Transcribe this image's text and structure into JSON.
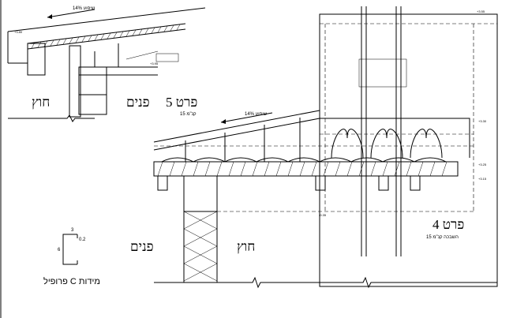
{
  "detail5": {
    "title": "פרט 5",
    "scale": "קנ\"מ 15",
    "slope": "שיפוע 14%",
    "inside": "פנים",
    "outside": "חוץ"
  },
  "detail4": {
    "title": "פרט 4",
    "scale": "השבכה קנ\"מ 15",
    "slope": "שיפוע 14%",
    "inside": "פנים",
    "outside": "חוץ"
  },
  "profile": {
    "label": "פרופיל C מידות",
    "dim_top": "3",
    "dim_side": "6",
    "dim_lip": "0.2"
  },
  "small_notes": [
    "+3.95",
    "+3.80",
    "+3.55",
    "+3.30",
    "+3.25",
    "+3.15",
    "-0.35"
  ]
}
